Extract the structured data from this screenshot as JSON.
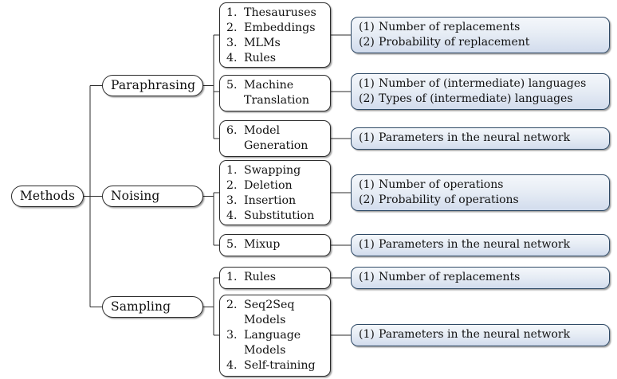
{
  "diagram": {
    "title": "Methods taxonomy tree",
    "root": {
      "label": "Methods"
    },
    "colors": {
      "node_border": "#2b2b2b",
      "node_fill": "#ffffff",
      "blue_border": "#2f4a66",
      "blue_fill_top": "#f4f7fb",
      "blue_fill_bottom": "#d2dced",
      "wire": "#2b2b2b"
    },
    "branches": [
      {
        "label": "Paraphrasing",
        "groups": [
          {
            "items": [
              {
                "mark": "1.",
                "text": "Thesauruses"
              },
              {
                "mark": "2.",
                "text": "Embeddings"
              },
              {
                "mark": "3.",
                "text": "MLMs"
              },
              {
                "mark": "4.",
                "text": "Rules"
              }
            ],
            "params": [
              {
                "mark": "(1)",
                "text": "Number of replacements"
              },
              {
                "mark": "(2)",
                "text": "Probability of replacement"
              }
            ]
          },
          {
            "items": [
              {
                "mark": "5.",
                "text": "Machine\nTranslation"
              }
            ],
            "params": [
              {
                "mark": "(1)",
                "text": "Number of (intermediate) languages"
              },
              {
                "mark": "(2)",
                "text": "Types of (intermediate) languages"
              }
            ]
          },
          {
            "items": [
              {
                "mark": "6.",
                "text": "Model\nGeneration"
              }
            ],
            "params": [
              {
                "mark": "(1)",
                "text": "Parameters in the neural network"
              }
            ]
          }
        ]
      },
      {
        "label": "Noising",
        "groups": [
          {
            "items": [
              {
                "mark": "1.",
                "text": "Swapping"
              },
              {
                "mark": "2.",
                "text": "Deletion"
              },
              {
                "mark": "3.",
                "text": "Insertion"
              },
              {
                "mark": "4.",
                "text": "Substitution"
              }
            ],
            "params": [
              {
                "mark": "(1)",
                "text": "Number of operations"
              },
              {
                "mark": "(2)",
                "text": "Probability of operations"
              }
            ]
          },
          {
            "items": [
              {
                "mark": "5.",
                "text": "Mixup"
              }
            ],
            "params": [
              {
                "mark": "(1)",
                "text": "Parameters in the neural network"
              }
            ]
          }
        ]
      },
      {
        "label": "Sampling",
        "groups": [
          {
            "items": [
              {
                "mark": "1.",
                "text": "Rules"
              }
            ],
            "params": [
              {
                "mark": "(1)",
                "text": "Number of replacements"
              }
            ]
          },
          {
            "items": [
              {
                "mark": "2.",
                "text": "Seq2Seq\nModels"
              },
              {
                "mark": "3.",
                "text": "Language\nModels"
              },
              {
                "mark": "4.",
                "text": "Self-training"
              }
            ],
            "params": [
              {
                "mark": "(1)",
                "text": "Parameters in the neural network"
              }
            ]
          }
        ]
      }
    ]
  }
}
